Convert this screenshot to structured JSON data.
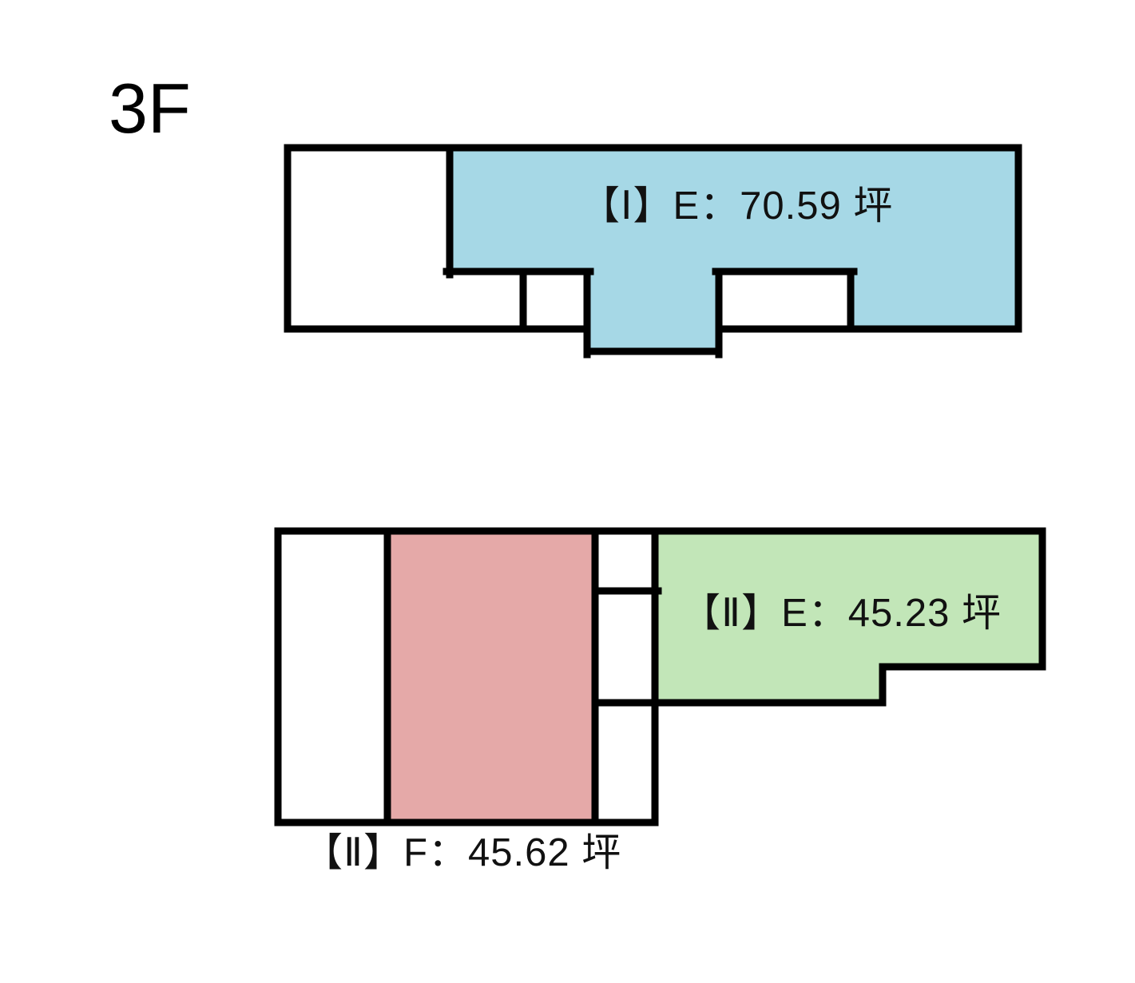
{
  "page": {
    "floor_title": "3F",
    "background_color": "#ffffff",
    "outline_color": "#000000"
  },
  "legend_colors": {
    "unit_I_E_fill": "#a6d8e6",
    "unit_II_E_fill": "#c2e6b8",
    "unit_II_F_fill": "#e5a9a8",
    "vacant_fill": "#ffffff",
    "wall_stroke": "#000000"
  },
  "plans": [
    {
      "id": "upper-plan",
      "name": "upper-floor-plan",
      "units": [
        {
          "id": "unit-I-E",
          "label": "【Ⅰ】E：70.59 坪",
          "unit_code": "Ⅰ",
          "section": "E",
          "area_tsubo": 70.59,
          "unit_of_area": "坪",
          "fill": "#a6d8e6"
        }
      ]
    },
    {
      "id": "lower-plan",
      "name": "lower-floor-plan",
      "units": [
        {
          "id": "unit-II-E",
          "label": "【Ⅱ】E：45.23 坪",
          "unit_code": "Ⅱ",
          "section": "E",
          "area_tsubo": 45.23,
          "unit_of_area": "坪",
          "fill": "#c2e6b8"
        },
        {
          "id": "unit-II-F",
          "label": "【Ⅱ】F：45.62 坪",
          "unit_code": "Ⅱ",
          "section": "F",
          "area_tsubo": 45.62,
          "unit_of_area": "坪",
          "fill": "#e5a9a8"
        }
      ]
    }
  ],
  "labels": {
    "unit_I_E": "【Ⅰ】E：70.59 坪",
    "unit_II_E": "【Ⅱ】E：45.23 坪",
    "unit_II_F": "【Ⅱ】F：45.62 坪"
  }
}
